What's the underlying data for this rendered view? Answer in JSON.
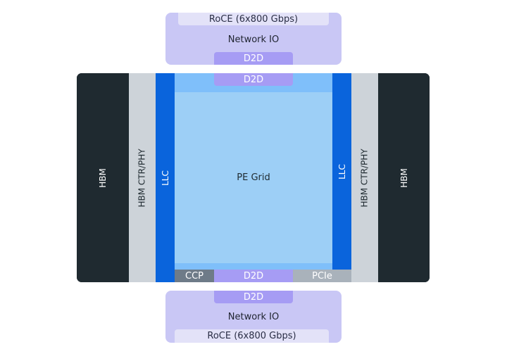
{
  "top_network": {
    "roce_label": "RoCE (6x800 Gbps)",
    "title": "Network IO",
    "d2d_label": "D2D"
  },
  "chip": {
    "left_hbm": "HBM",
    "left_phy": "HBM CTR/PHY",
    "left_llc": "LLC",
    "top_d2d": "D2D",
    "pe_grid": "PE Grid",
    "right_llc": "LLC",
    "right_phy": "HBM CTR/PHY",
    "right_hbm": "HBM",
    "bottom_ccp": "CCP",
    "bottom_d2d": "D2D",
    "bottom_pcie": "PCIe"
  },
  "bottom_network": {
    "d2d_label": "D2D",
    "title": "Network IO",
    "roce_label": "RoCE (6x800 Gbps)"
  },
  "colors": {
    "hbm": "#1f2a30",
    "phy": "#cdd3d9",
    "llc": "#0a64dc",
    "pe_grid": "#9dcff6",
    "d2d": "#a69cf4",
    "network_io": "#c9c7f5"
  }
}
